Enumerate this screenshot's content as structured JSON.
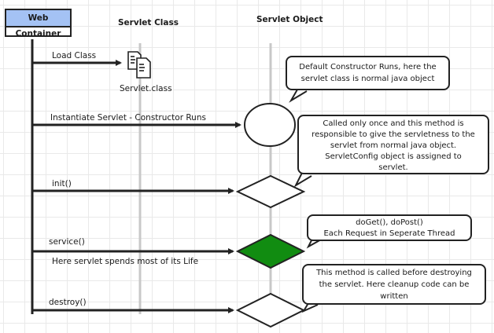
{
  "lifelines": {
    "web_container": "Web Container",
    "servlet_class": "Servlet Class",
    "servlet_object": "Servlet Object"
  },
  "file_label": "Servlet.class",
  "icons": {
    "file": "document-copy-icon"
  },
  "colors": {
    "header_fill": "#a4c2f4",
    "service_fill": "#118c11",
    "lifeline_gray": "#c8c8c8"
  },
  "messages": [
    {
      "label": "Load Class"
    },
    {
      "label": "Instantiate Servlet - Constructor Runs"
    },
    {
      "label": "init()"
    },
    {
      "label": "service()",
      "note": "Here servlet spends most of its Life"
    },
    {
      "label": "destroy()"
    }
  ],
  "callouts": [
    {
      "lines": [
        "Default Constructor Runs, here the",
        "servlet class is normal java object"
      ]
    },
    {
      "lines": [
        "Called only once and this method is",
        "responsible to give the servletness to the",
        "servlet from normal java object.",
        "ServletConfig object is assigned to",
        "servlet."
      ]
    },
    {
      "lines": [
        "doGet(), doPost()",
        "Each Request in Seperate Thread"
      ]
    },
    {
      "lines": [
        "This method is called before destroying",
        "the servlet. Here cleanup code can be",
        "written"
      ]
    }
  ]
}
